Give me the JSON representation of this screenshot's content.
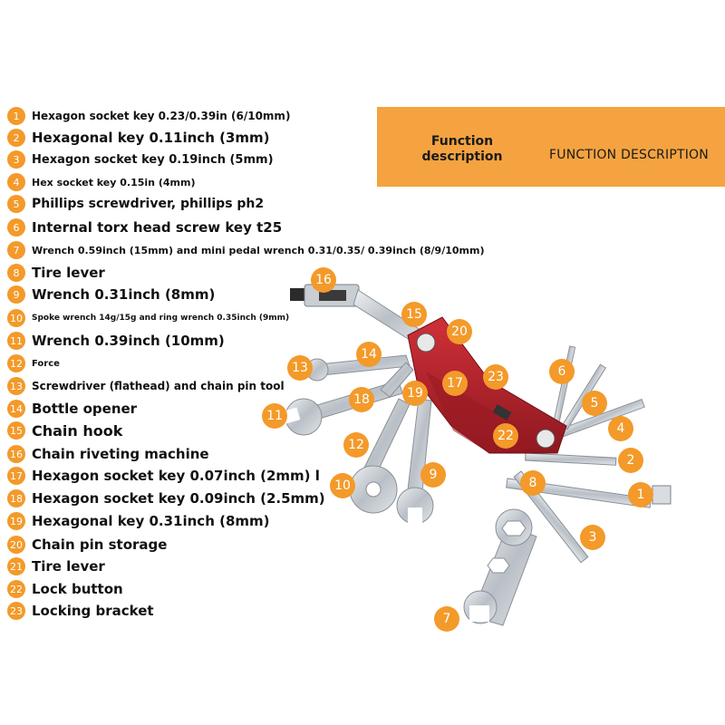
{
  "header": {
    "function_label": "Function description",
    "function_description": "FUNCTION DESCRIPTION"
  },
  "colors": {
    "accent": "#f39a2a",
    "band": "#f4a340",
    "tool_body": "#b3202a",
    "steel": "#c9ced3"
  },
  "functions": [
    {
      "num": "1",
      "text": "Hexagon socket key 0.23/0.39in (6/10mm)"
    },
    {
      "num": "2",
      "text": "Hexagonal key 0.11inch (3mm)"
    },
    {
      "num": "3",
      "text": "Hexagon socket key 0.19inch (5mm)"
    },
    {
      "num": "4",
      "text": "Hex socket key 0.15in (4mm)"
    },
    {
      "num": "5",
      "text": "Phillips screwdriver, phillips ph2"
    },
    {
      "num": "6",
      "text": "Internal torx head screw key t25"
    },
    {
      "num": "7",
      "text": "Wrench 0.59inch (15mm) and mini pedal wrench 0.31/0.35/ 0.39inch (8/9/10mm)"
    },
    {
      "num": "8",
      "text": "Tire lever"
    },
    {
      "num": "9",
      "text": "Wrench 0.31inch (8mm)"
    },
    {
      "num": "10",
      "text": "Spoke wrench 14g/15g and ring wrench 0.35inch (9mm)"
    },
    {
      "num": "11",
      "text": "Wrench 0.39inch (10mm)"
    },
    {
      "num": "12",
      "text": "Force"
    },
    {
      "num": "13",
      "text": "Screwdriver (flathead) and chain pin tool"
    },
    {
      "num": "14",
      "text": "Bottle opener"
    },
    {
      "num": "15",
      "text": "Chain hook"
    },
    {
      "num": "16",
      "text": "Chain riveting machine"
    },
    {
      "num": "17",
      "text": "Hexagon socket key 0.07inch (2mm) l"
    },
    {
      "num": "18",
      "text": "Hexagon socket key 0.09inch (2.5mm)"
    },
    {
      "num": "19",
      "text": "Hexagonal key 0.31inch (8mm)"
    },
    {
      "num": "20",
      "text": "Chain pin storage"
    },
    {
      "num": "21",
      "text": "Tire lever"
    },
    {
      "num": "22",
      "text": "Lock button"
    },
    {
      "num": "23",
      "text": "Locking bracket"
    }
  ],
  "callouts": [
    "1",
    "2",
    "3",
    "4",
    "5",
    "6",
    "7",
    "8",
    "9",
    "10",
    "11",
    "12",
    "13",
    "14",
    "15",
    "16",
    "17",
    "18",
    "19",
    "20",
    "22",
    "23"
  ]
}
